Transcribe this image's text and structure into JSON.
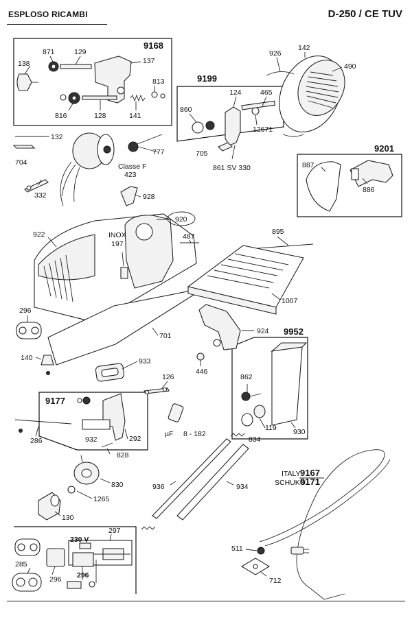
{
  "header": {
    "left_title": "ESPLOSO RICAMBI",
    "right_title": "D-250 / CE TUV"
  },
  "groups": {
    "g9168": "9168",
    "g9199": "9199",
    "g9201": "9201",
    "g9952": "9952",
    "g9177": "9177",
    "g9167": "9167",
    "g9171": "9171"
  },
  "labels": {
    "l871": "871",
    "l129": "129",
    "l138": "138",
    "l137": "137",
    "l813": "813",
    "l816": "816",
    "l128": "128",
    "l141": "141",
    "l926": "926",
    "l142": "142",
    "l490": "490",
    "l124": "124",
    "l465": "465",
    "l860": "860",
    "l12671": "12671",
    "l705": "705",
    "l861": "861 SV 330",
    "l132": "132",
    "l704": "704",
    "l777": "777",
    "l332": "332",
    "l_classe": "Classe F",
    "l423": "423",
    "l928": "928",
    "l887": "887",
    "l886": "886",
    "l920": "920",
    "l922": "922",
    "l_inox": "INOX",
    "l197": "197",
    "l487": "487",
    "l895": "895",
    "l1007": "1007",
    "l296a": "296",
    "l924": "924",
    "l701": "701",
    "l140": "140",
    "l933": "933",
    "l446": "446",
    "l862": "862",
    "l126": "126",
    "l286": "286",
    "l932": "932",
    "l292": "292",
    "l828": "828",
    "l_uf": "µF",
    "l8182": "8 - 182",
    "l119": "119",
    "l930": "930",
    "l834": "834",
    "l830": "830",
    "l1265": "1265",
    "l130": "130",
    "l936": "936",
    "l934": "934",
    "l_italy": "ITALY",
    "l_schuko": "SCHUKO",
    "l297": "297",
    "l230v": "230 V",
    "l296b": "296",
    "l296c": "296",
    "l285": "285",
    "l511": "511",
    "l712": "712"
  }
}
